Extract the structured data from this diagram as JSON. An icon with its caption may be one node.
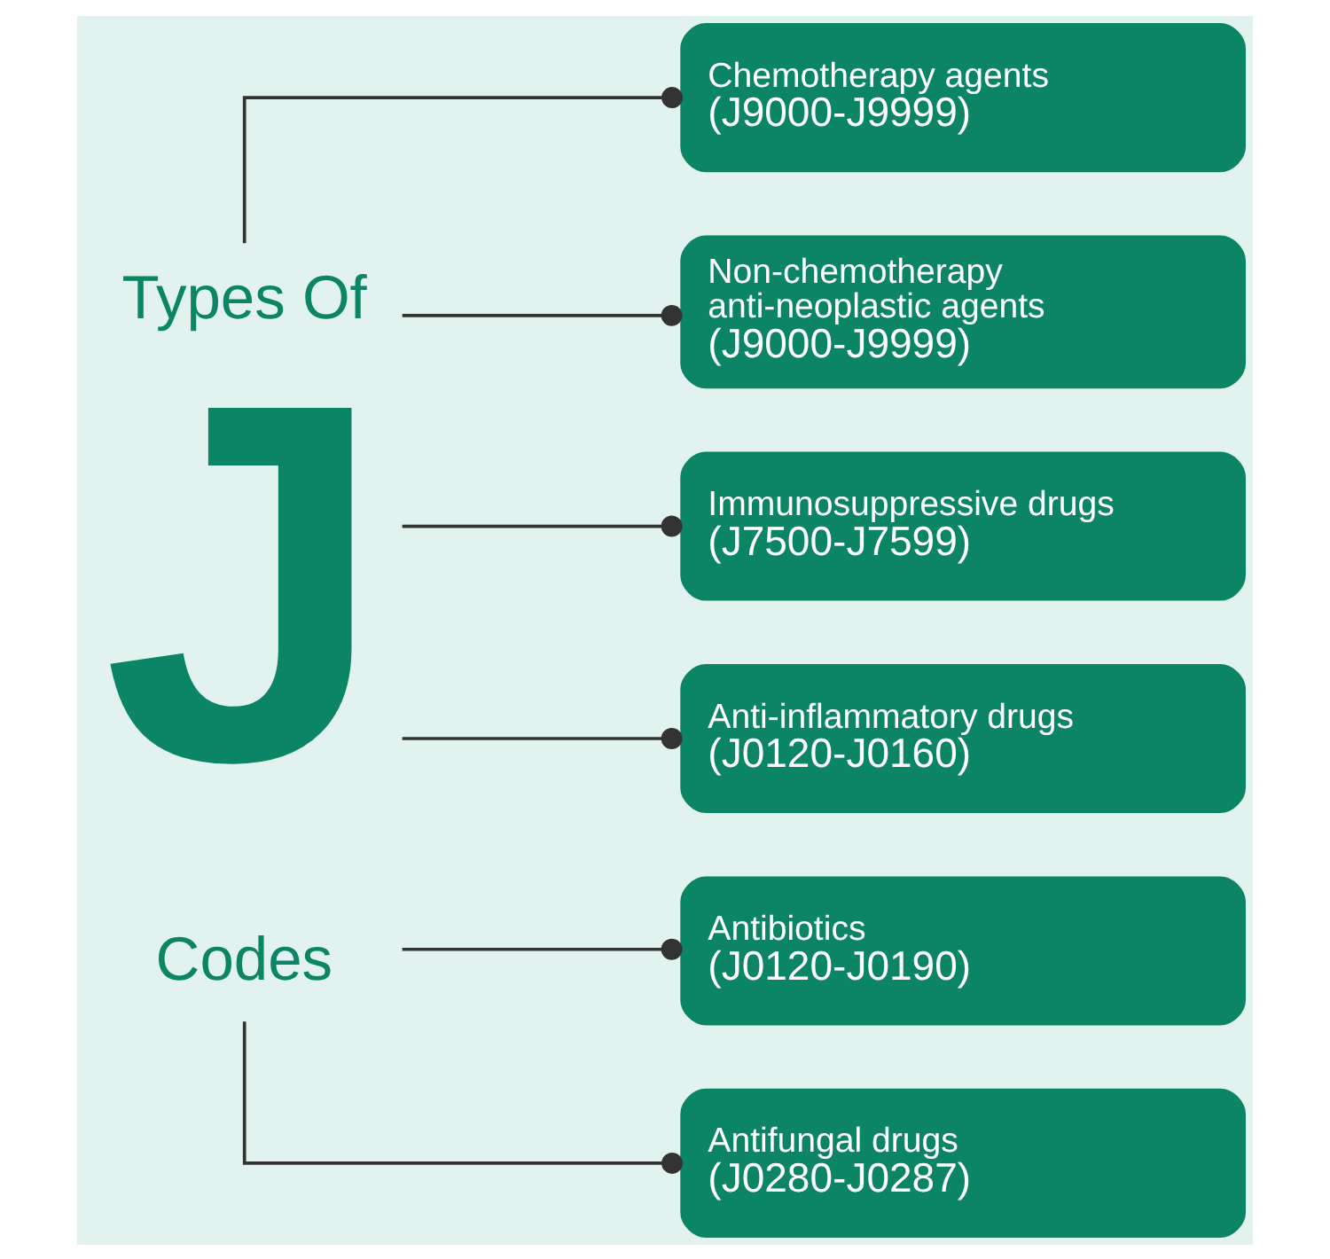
{
  "diagram": {
    "nodes": [
      {
        "text": [
          "Types Of",
          "J",
          "Codes"
        ]
      },
      {
        "text": [
          "Chemotherapy agents",
          "(J9000-J9999)"
        ]
      },
      {
        "text": [
          "Non-chemotherapy anti-neoplastic agents",
          "(J9000-J9999)"
        ]
      },
      {
        "text": [
          "Immunosuppressive drugs",
          "(J7500-J7599)"
        ]
      },
      {
        "text": [
          "Anti-inflammatory drugs",
          "(J0120-J0160)"
        ]
      },
      {
        "text": [
          "Antibiotics",
          "(J0120-J0190)"
        ]
      },
      {
        "text": [
          "Antifungal drugs",
          "(J0280-J0287)"
        ]
      }
    ],
    "edges": [
      {
        "from": 0,
        "to": 1,
        "arrow": "other"
      },
      {
        "from": 0,
        "to": 2,
        "arrow": "other"
      },
      {
        "from": 0,
        "to": 3,
        "arrow": "other"
      },
      {
        "from": 0,
        "to": 4,
        "arrow": "other"
      },
      {
        "from": 0,
        "to": 5,
        "arrow": "other"
      },
      {
        "from": 0,
        "to": 6,
        "arrow": "other"
      }
    ]
  }
}
